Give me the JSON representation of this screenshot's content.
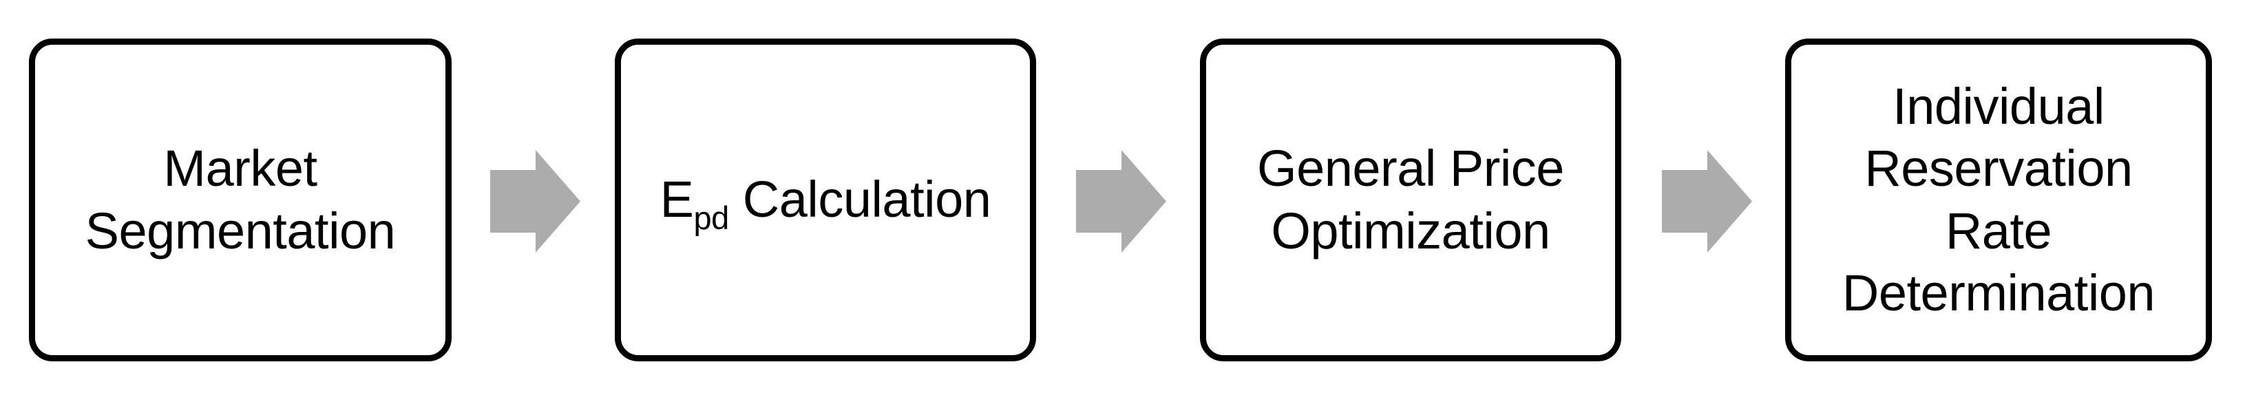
{
  "diagram": {
    "type": "process-flow",
    "orientation": "horizontal",
    "background_color": "#FFFFFF",
    "box_border_color": "#000000",
    "box_fill_color": "#FFFFFF",
    "text_color": "#000000",
    "arrow_color": "#ACACAC",
    "steps": [
      {
        "id": "market-segmentation",
        "label": "Market\nSegmentation",
        "lines": [
          "Market",
          "Segmentation"
        ],
        "has_subscript": false
      },
      {
        "id": "epd-calculation",
        "label": "Epd Calculation",
        "lines": [
          "E",
          "pd",
          " Calculation"
        ],
        "has_subscript": true,
        "base_text": "E",
        "subscript_text": "pd",
        "trailing_text": " Calculation"
      },
      {
        "id": "general-price-optimization",
        "label": "General Price\nOptimization",
        "lines": [
          "General Price",
          "Optimization"
        ],
        "has_subscript": false
      },
      {
        "id": "individual-reservation-rate-determination",
        "label": "Individual\nReservation\nRate\nDetermination",
        "lines": [
          "Individual",
          "Reservation",
          "Rate",
          "Determination"
        ],
        "has_subscript": false
      }
    ],
    "connectors": [
      {
        "id": "arrow-1",
        "icon": "arrow-right-block-icon",
        "from": "market-segmentation",
        "to": "epd-calculation"
      },
      {
        "id": "arrow-2",
        "icon": "arrow-right-block-icon",
        "from": "epd-calculation",
        "to": "general-price-optimization"
      },
      {
        "id": "arrow-3",
        "icon": "arrow-right-block-icon",
        "from": "general-price-optimization",
        "to": "individual-reservation-rate-determination"
      }
    ]
  }
}
